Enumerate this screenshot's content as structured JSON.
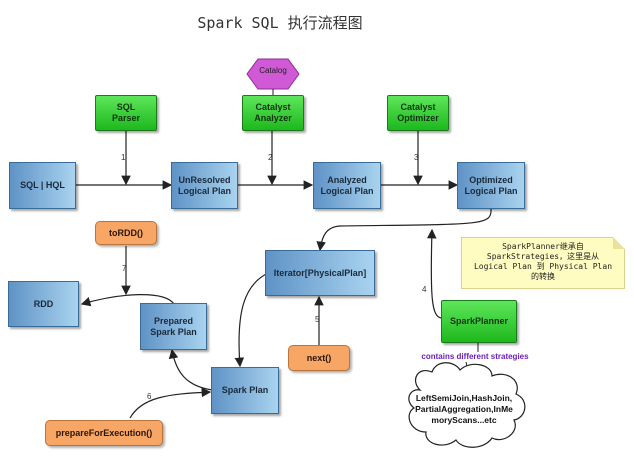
{
  "title": "Spark SQL 执行流程图",
  "catalog": "Catalog",
  "green_boxes": {
    "sql_parser": "SQL\nParser",
    "catalyst_analyzer": "Catalyst\nAnalyzer",
    "catalyst_optimizer": "Catalyst\nOptimizer",
    "spark_planner": "SparkPlanner"
  },
  "blue_boxes": {
    "sql_hql": "SQL | HQL",
    "unresolved_plan": "UnResolved\nLogical Plan",
    "analyzed_plan": "Analyzed\nLogical Plan",
    "optimized_plan": "Optimized\nLogical Plan",
    "iterator": "Iterator[PhysicalPlan]",
    "rdd": "RDD",
    "prepared_plan": "Prepared\nSpark Plan",
    "spark_plan": "Spark Plan"
  },
  "orange_boxes": {
    "to_rdd": "toRDD()",
    "next": "next()",
    "prepare": "prepareForExecution()"
  },
  "steps": [
    "1",
    "2",
    "3",
    "4",
    "5",
    "6",
    "7"
  ],
  "note": "SparkPlanner继承自\nSparkStrategies，这里是从\nLogical Plan 到 Physical Plan\n的转换",
  "strategies_label": "contains different strategies",
  "cloud_text": "LeftSemiJoin,HashJoin,\nPartialAggregation,InMe\nmoryScans...etc",
  "colors": {
    "blue_box": "#8fc1e6",
    "green_box": "#2ecc2a",
    "orange_box": "#f8a666",
    "catalog": "#d05ad6",
    "note": "#fefcc0",
    "strategies_text": "#6b1fb8"
  }
}
